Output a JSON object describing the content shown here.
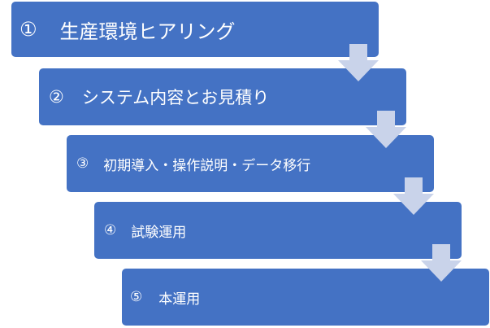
{
  "steps": [
    {
      "number": "①",
      "label": "生産環境ヒアリング"
    },
    {
      "number": "②",
      "label": "システム内容とお見積り"
    },
    {
      "number": "③",
      "label": "初期導入・操作説明・データ移行"
    },
    {
      "number": "④",
      "label": "試験運用"
    },
    {
      "number": "⑤",
      "label": "本運用"
    }
  ],
  "colors": {
    "step_fill": "#4472c4",
    "step_text": "#ffffff",
    "arrow_fill": "#c9d3ea"
  },
  "icons": {
    "connector": "down-arrow-icon"
  }
}
